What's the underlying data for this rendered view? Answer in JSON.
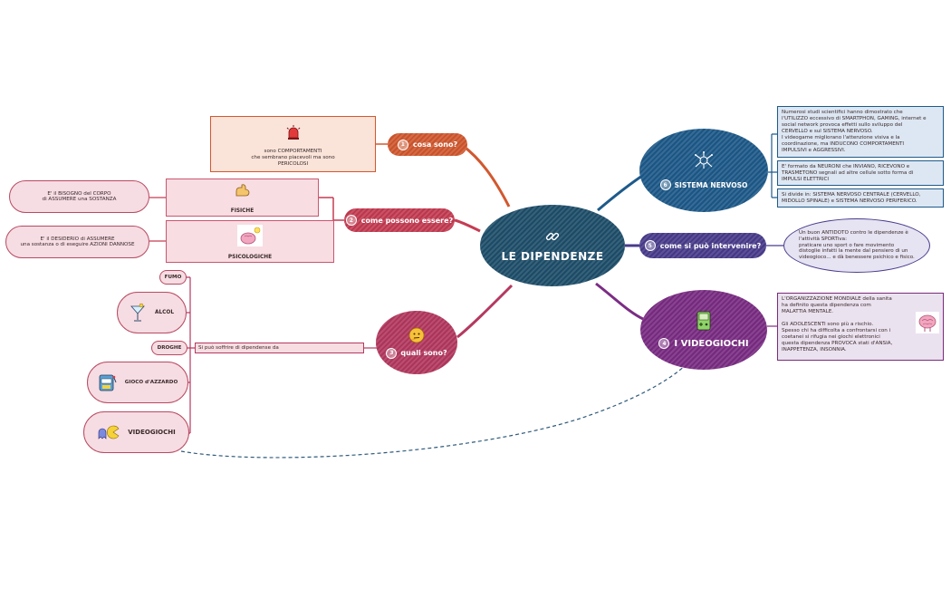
{
  "central": {
    "title": "LE DIPENDENZE",
    "icon": "link-icon"
  },
  "branches": {
    "cosa_sono": {
      "num": "1",
      "label": "cosa sono?",
      "color": "#d2582f",
      "note": "sono COMPORTAMENTI\nche sembrano piacevoli ma sono\nPERICOLOSI",
      "icon": "siren-icon"
    },
    "come_possono": {
      "num": "2",
      "label": "come possono essere?",
      "color": "#c53c52",
      "fisiche": {
        "label": "FISICHE",
        "icon": "flexed-arm-icon",
        "desc": "E' il BISOGNO del CORPO\ndi ASSUMERE una SOSTANZA"
      },
      "psicologiche": {
        "label": "PSICOLOGICHE",
        "icon": "brain-idea-icon",
        "desc": "E' il DESIDERIO di ASSUMERE\nuna sostanza o di eseguire AZIONI DANNOSE"
      }
    },
    "quali_sono": {
      "num": "3",
      "label": "quali sono?",
      "color": "#b43960",
      "icon": "thinking-face-icon",
      "connector_text": "Si può soffrire di dipendense da",
      "items": [
        "FUMO",
        "ALCOL",
        "DROGHE",
        "GIOCO d'AZZARDO",
        "VIDEOGIOCHI"
      ]
    },
    "videogiochi": {
      "num": "4",
      "label": "I VIDEOGIOCHI",
      "color": "#7b2d84",
      "icon": "gameboy-icon",
      "note": "L'ORGANIZZAZIONE MONDIALE della sanita\nha definito questa dipendenza com\nMALATTIA MENTALE.\n\nGli ADOLESCENTI sono più a rischio.\nSpesso  chi ha difficolta a confrontarsi con i\ncoetanei si rifugia nei giochi elettronici\nquesta dipendenza PROVOCA stati d'ANSIA,\nINAPPETENZA, INSONNIA."
    },
    "intervenire": {
      "num": "5",
      "label": "come si può intervenire?",
      "color": "#4a3c8c",
      "note": "Un buon ANTIDOTO contro le dipendenze è\nl'attività SPORTiva:\npraticare uno sport o fare movimento\ndistoglie infatti la mente dal pensiero di un\nvideogioco... e dà benessere psichico e fisico."
    },
    "sistema_nervoso": {
      "num": "6",
      "label": "SISTEMA NERVOSO",
      "color": "#1e5a8a",
      "icon": "neuron-icon",
      "notes": [
        "Numerosi studi scientifici hanno dimostrato che\nl'UTILIZZO eccessivo di SMARTPHON, GAMING, internet e\nsocial network provoca effetti sullo sviluppo del\nCERVELLO e sul SISTEMA NERVOSO.\nI videogame migliorano l'attenzione visiva e la\ncoordinazione, ma INDUCONO COMPORTAMENTI\nIMPULSIVI e AGGRESSIVI.",
        "E' formato da NEURONI che INVIANO, RICEVONO e\nTRASMETONO segnali ad altre cellule sotto forma di\nIMPULSI ELETTRICI",
        "Si divide in: SISTEMA NERVOSO CENTRALE (CERVELLO,\nMIDOLLO SPINALE) e SISTEMA  NERVOSO PERIFERICO."
      ]
    }
  }
}
